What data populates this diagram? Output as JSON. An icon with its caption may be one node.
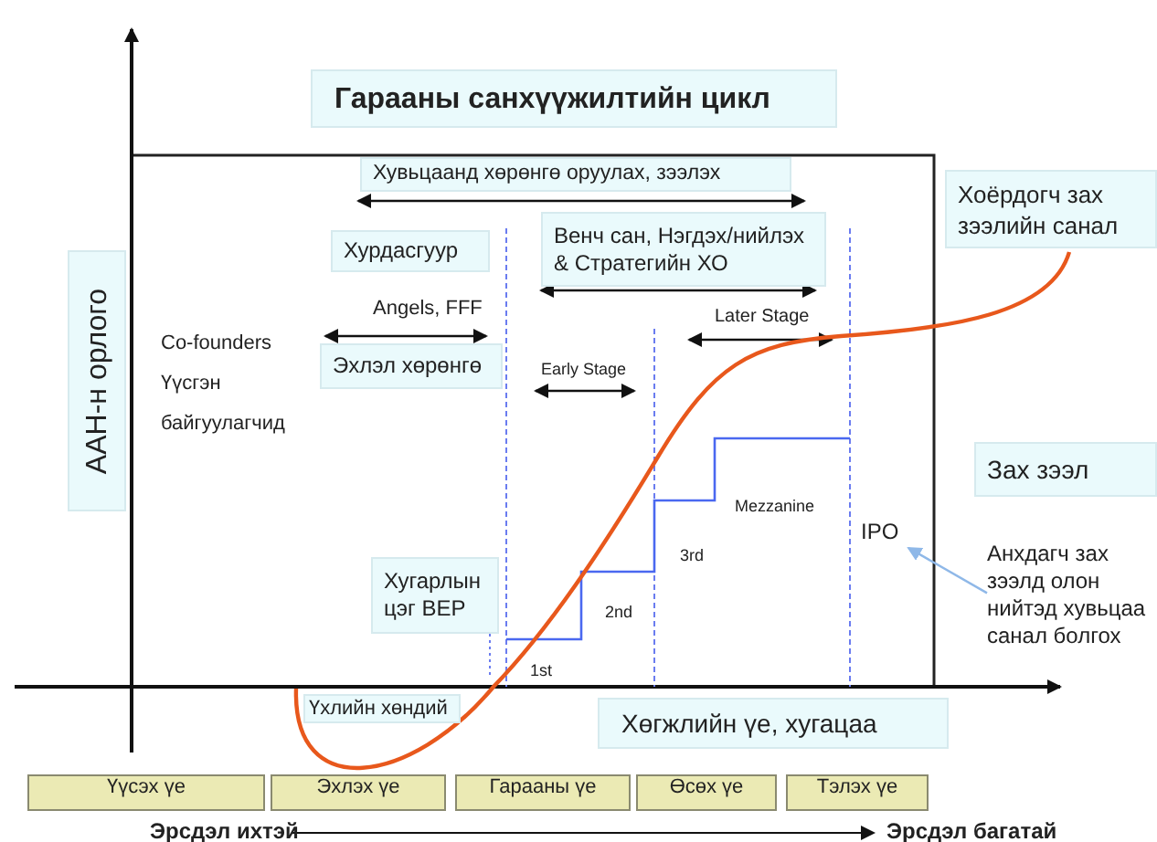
{
  "diagram": {
    "title": "Гарааны санхүүжилтийн цикл",
    "nodes": [
      {
        "text": [
          "Хувьцаанд хөрөнгө оруулах, зээлэх"
        ]
      },
      {
        "text": [
          "Хурдасгуур"
        ]
      },
      {
        "text": [
          "Венч сан, Нэгдэх/нийлэх & Стратегийн ХО"
        ]
      },
      {
        "text": [
          "Хоёрдогч зах зээлийн санал"
        ]
      },
      {
        "text": [
          "Эхлэл хөрөнгө"
        ]
      },
      {
        "text": [
          "Зах зээл"
        ]
      },
      {
        "text": [
          "ААН-н орлого"
        ]
      },
      {
        "text": [
          "Хугарлын цэг BEP"
        ]
      },
      {
        "text": [
          "Үхлийн хөндий"
        ]
      },
      {
        "text": [
          "Хөгжлийн үе, хугацаа"
        ]
      },
      {
        "text": [
          "IPO"
        ]
      },
      {
        "text": [
          "Анхдагч зах зээлд олон нийтэд хувьцаа санал болгох"
        ]
      },
      {
        "text": [
          "Үүсэх үе"
        ]
      },
      {
        "text": [
          "Эхлэх үе"
        ]
      },
      {
        "text": [
          "Гарааны үе"
        ]
      },
      {
        "text": [
          "Өсөх үе"
        ]
      },
      {
        "text": [
          "Тэлэх үе"
        ]
      }
    ],
    "edges": [
      {
        "from": 11,
        "to": 10,
        "arrow": "to"
      },
      {
        "from": 7,
        "to": null,
        "arrow": "none",
        "style": "dashed"
      }
    ],
    "labels": [
      "Angels, FFF",
      "Later Stage",
      "Early Stage",
      "Co-founders Үүсгэн байгуулагчид",
      "Mezzanine",
      "3rd",
      "2nd",
      "1st",
      "Эрсдэл ихтэй",
      "Эрсдэл багатай"
    ]
  }
}
